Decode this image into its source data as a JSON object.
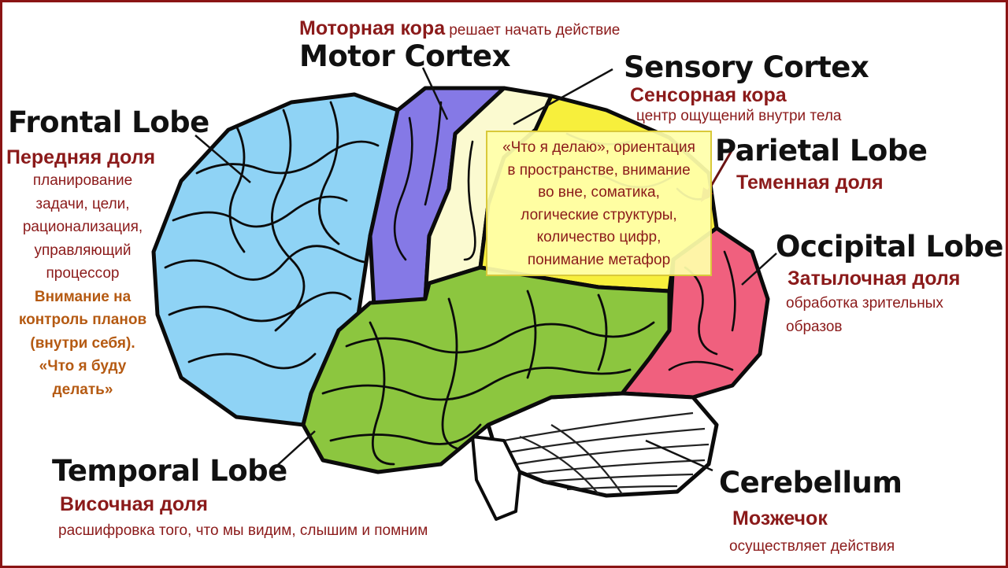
{
  "motor": {
    "ru_title": "Моторная кора",
    "ru_desc": "решает начать действие",
    "en": "Motor Cortex"
  },
  "sensory": {
    "en": "Sensory Cortex",
    "ru_title": "Сенсорная кора",
    "ru_desc": "центр ощущений внутри тела"
  },
  "frontal": {
    "en": "Frontal Lobe",
    "ru_title": "Передняя доля",
    "desc_lines": [
      "планирование",
      "задачи, цели,",
      "рационализация,",
      "управляющий",
      "процессор"
    ],
    "orange_lines": [
      "Внимание на",
      "контроль планов",
      "(внутри себя).",
      "«Что я буду",
      "делать»"
    ]
  },
  "parietal": {
    "en": "Parietal Lobe",
    "ru_title": "Теменная доля",
    "note_lines": [
      "«Что я делаю»,  ориентация",
      "в пространстве, внимание",
      "во вне, соматика,",
      "логические структуры,",
      "количество цифр,",
      "понимание метафор"
    ]
  },
  "occipital": {
    "en": "Occipital Lobe",
    "ru_title": "Затылочная доля",
    "desc_lines": [
      "обработка зрительных",
      "образов"
    ]
  },
  "temporal": {
    "en": "Temporal Lobe",
    "ru_title": "Височная доля",
    "ru_desc": "расшифровка того, что мы видим, слышим и помним"
  },
  "cerebellum": {
    "en": "Cerebellum",
    "ru_title": "Мозжечок",
    "ru_desc": "осуществляет действия"
  },
  "colors": {
    "frontal": "#8fd3f5",
    "motor": "#8579e6",
    "sensory": "#fbfad0",
    "parietal": "#f7ef3c",
    "occipital": "#f0607e",
    "temporal": "#8cc63f",
    "cerebellum": "#ffffff",
    "label_red": "#8b1a1a",
    "label_orange": "#b55a12"
  }
}
